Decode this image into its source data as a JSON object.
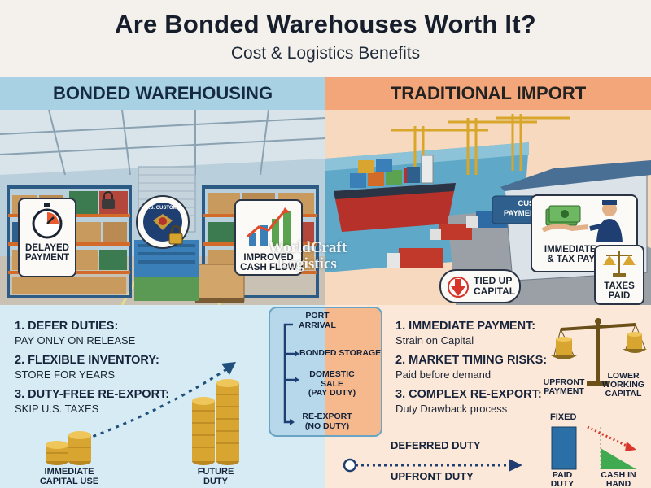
{
  "header": {
    "title": "Are Bonded Warehouses Worth It?",
    "subtitle": "Cost & Logistics Benefits"
  },
  "left": {
    "heading": "BONDED WAREHOUSING",
    "callouts": {
      "delayed_payment": [
        "DELAYED",
        "PAYMENT"
      ],
      "customs_seal": "U.S. CUSTOMS",
      "cash_flow": [
        "IMPROVED",
        "CASH FLOW"
      ]
    },
    "list": [
      {
        "title": "1. DEFER DUTIES:",
        "sub": "PAY ONLY ON RELEASE"
      },
      {
        "title": "2. FLEXIBLE INVENTORY:",
        "sub": "STORE FOR YEARS"
      },
      {
        "title": "3. DUTY-FREE RE-EXPORT:",
        "sub": "SKIP U.S. TAXES"
      }
    ],
    "coins_left_label": [
      "IMMEDIATE",
      "CAPITAL USE"
    ],
    "coins_right_label": [
      "FUTURE",
      "DUTY"
    ]
  },
  "right": {
    "heading": "TRADITIONAL IMPORT",
    "callouts": {
      "immediate_duty": [
        "IMMEDIATE DUTY",
        "& TAX PAYMENT"
      ],
      "customs_office": [
        "CUSTOMS",
        "PAYMENT OFFICE"
      ],
      "tied_up": [
        "TIED UP",
        "CAPITAL"
      ],
      "taxes_paid": [
        "TAXES",
        "PAID"
      ]
    },
    "list": [
      {
        "title": "1. IMMEDIATE PAYMENT:",
        "sub": "Strain on Capital"
      },
      {
        "title": "2. MARKET TIMING RISKS:",
        "sub": "Paid before demand"
      },
      {
        "title": "3. COMPLEX RE-EXPORT:",
        "sub": "Duty Drawback process"
      }
    ],
    "scale_left_label": [
      "UPFRONT",
      "PAYMENT"
    ],
    "scale_right_label": [
      "LOWER",
      "WORKING",
      "CAPITAL"
    ],
    "bars": {
      "fixed_label": "FIXED",
      "paid_duty_label": [
        "PAID",
        "DUTY"
      ],
      "cash_label": [
        "CASH IN",
        "HAND"
      ]
    }
  },
  "flow": {
    "steps": [
      [
        "PORT",
        "ARRIVAL"
      ],
      [
        "BONDED STORAGE"
      ],
      [
        "DOMESTIC",
        "SALE",
        "(PAY DUTY)"
      ],
      [
        "RE-EXPORT",
        "(NO DUTY)"
      ]
    ]
  },
  "timeline": {
    "deferred": "DEFERRED DUTY",
    "upfront": "UPFRONT DUTY"
  },
  "watermark": [
    "WorldCraft",
    "Logistics"
  ],
  "colors": {
    "left_bg": "#cfe6f1",
    "right_bg": "#fbe4d2",
    "left_head": "#a8d1e4",
    "right_head": "#f3a67a",
    "accent_blue": "#2a6b96",
    "accent_red": "#d8362b",
    "coin_gold": "#d9a531"
  }
}
